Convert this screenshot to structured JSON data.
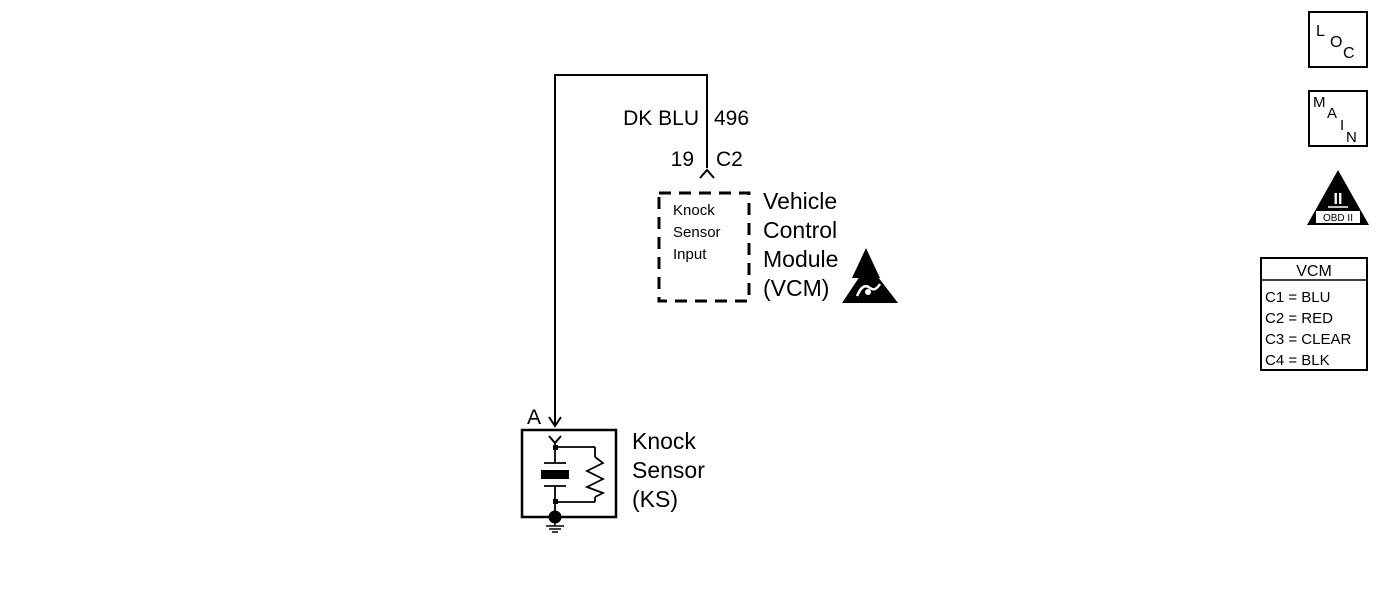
{
  "wire": {
    "color": "DK BLU",
    "circuit": "496",
    "pin": "19",
    "connector": "C2",
    "terminal": "A"
  },
  "vcm": {
    "inner_lines": [
      "Knock",
      "Sensor",
      "Input"
    ],
    "label_lines": [
      "Vehicle",
      "Control",
      "Module",
      "(VCM)"
    ]
  },
  "knock_sensor": {
    "label_lines": [
      "Knock",
      "Sensor",
      "(KS)"
    ]
  },
  "nav": {
    "loc": [
      "L",
      "O",
      "C"
    ],
    "main": [
      "M",
      "A",
      "I",
      "N"
    ],
    "obd": {
      "numeral": "II",
      "caption": "OBD II"
    }
  },
  "legend": {
    "title": "VCM",
    "rows": [
      "C1 = BLU",
      "C2 = RED",
      "C3 = CLEAR",
      "C4 = BLK"
    ]
  }
}
